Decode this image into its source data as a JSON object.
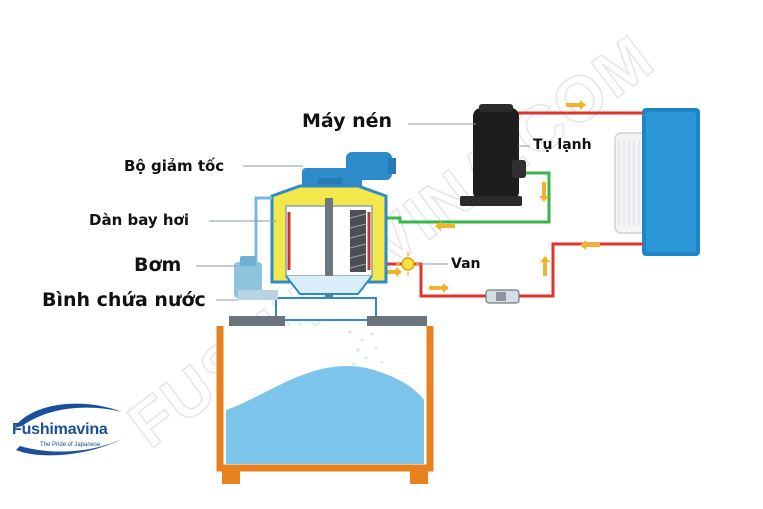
{
  "labels": {
    "compressor": "Máy nén",
    "reducer": "Bộ giảm tốc",
    "evaporator": "Dàn bay hơi",
    "pump": "Bơm",
    "water_tank": "Bình chứa nước",
    "condenser": "Tụ lạnh",
    "valve": "Van"
  },
  "logo": {
    "brand": "Fushimavina",
    "tagline": "The Pride of Japanese"
  },
  "watermark": "FUSHIMAVINA.COM",
  "colors": {
    "hot_line": "#e0332b",
    "cold_line": "#39b54a",
    "machine_blue": "#2e8bc9",
    "condenser_blue": "#1f86c6",
    "tank_orange": "#e8821f",
    "water": "#7cc4ea",
    "evaporator_yellow": "#f3e84a"
  }
}
